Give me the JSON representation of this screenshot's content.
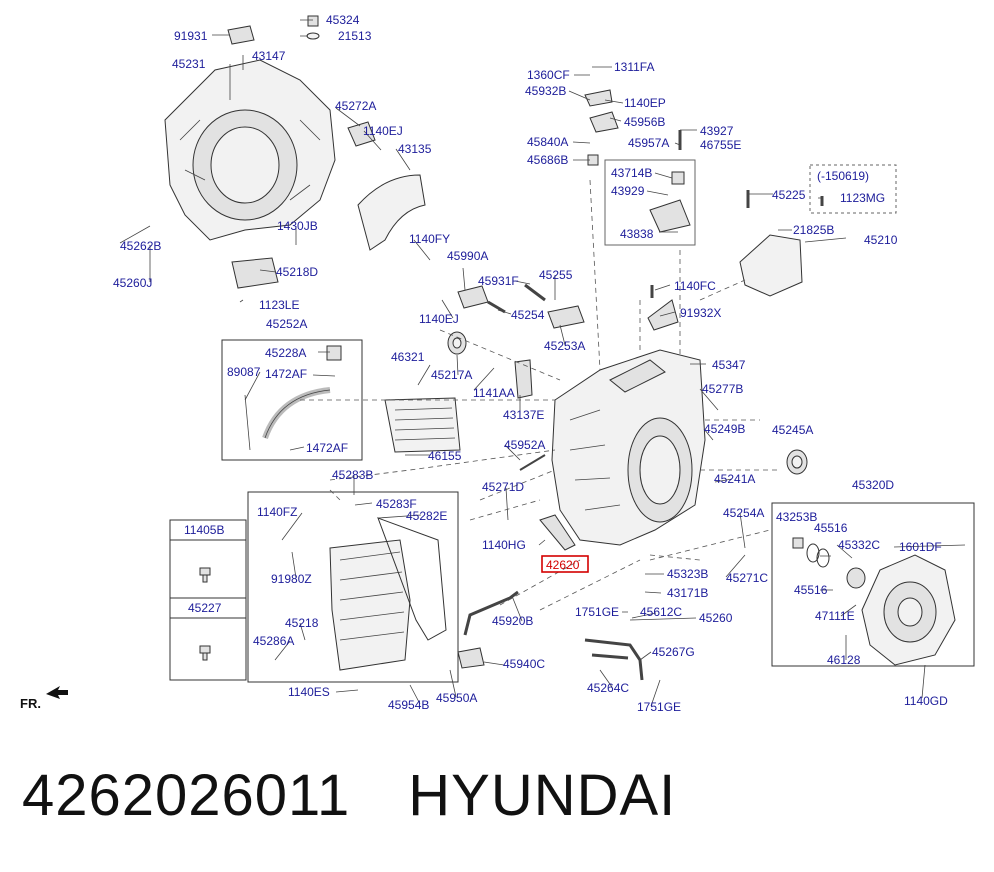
{
  "caption": {
    "part_number": "4262026011",
    "brand": "HYUNDAI"
  },
  "front_marker": "FR.",
  "highlighted_label": "42620",
  "labels": [
    "91931",
    "45324",
    "21513",
    "43147",
    "45231",
    "45272A",
    "1140EJ",
    "43135",
    "1430JB",
    "1140FY",
    "45262B",
    "45260J",
    "45218D",
    "1123LE",
    "45252A",
    "45228A",
    "89087",
    "1472AF",
    "1472AF",
    "45283B",
    "45283F",
    "1140FZ",
    "45282E",
    "91980Z",
    "45218",
    "45286A",
    "1140ES",
    "11405B",
    "45227",
    "46321",
    "45217A",
    "46155",
    "45990A",
    "45931F",
    "45255",
    "1140EJ",
    "45254",
    "45253A",
    "1141AA",
    "43137E",
    "45952A",
    "45271D",
    "1140HG",
    "45920B",
    "45940C",
    "45954B",
    "45950A",
    "1360CF",
    "1311FA",
    "45932B",
    "1140EP",
    "45956B",
    "45840A",
    "45686B",
    "43927",
    "45957A",
    "46755E",
    "43714B",
    "43929",
    "43838",
    "(-150619)",
    "45225",
    "1123MG",
    "21825B",
    "45210",
    "1140FC",
    "91932X",
    "45347",
    "45277B",
    "45249B",
    "45245A",
    "45241A",
    "45320D",
    "45254A",
    "43253B",
    "45516",
    "45332C",
    "1601DF",
    "45323B",
    "43171B",
    "45271C",
    "1751GE",
    "45612C",
    "45260",
    "45516",
    "47111E",
    "45267G",
    "46128",
    "45264C",
    "1751GE",
    "1140GD"
  ]
}
